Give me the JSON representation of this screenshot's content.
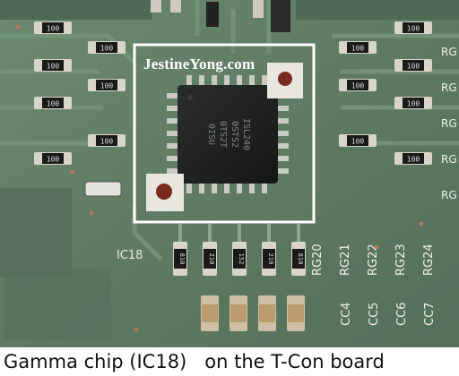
{
  "photo": {
    "watermark": "JestineYong.com",
    "silkscreen": {
      "ic_label": "IC18",
      "rg_labels": [
        "RG20",
        "RG21",
        "RG22",
        "RG23",
        "RG24"
      ],
      "cc_labels": [
        "CC4",
        "CC5",
        "CC6",
        "CC7"
      ],
      "right_edge_labels": [
        "RG",
        "RG",
        "RG",
        "RG",
        "RG"
      ]
    },
    "resistor_codes": {
      "left_column": [
        "100",
        "100",
        "100",
        "100",
        "100",
        "100",
        "100"
      ],
      "right_column": [
        "100",
        "100",
        "100",
        "100",
        "100",
        "100",
        "100"
      ],
      "bottom_row": [
        "810",
        "210",
        "152",
        "210",
        "810"
      ]
    },
    "chip_markings": [
      "ISL240",
      "0STS2",
      "0TS2T",
      "0ISU"
    ],
    "colors": {
      "board": "#5e7a62",
      "board_dark": "#4a6350",
      "chip": "#1e2120",
      "highlight_box": "#ffffff",
      "pad_copper": "#c9b08a"
    }
  },
  "caption": "Gamma chip (IC18)   on the T-Con board"
}
